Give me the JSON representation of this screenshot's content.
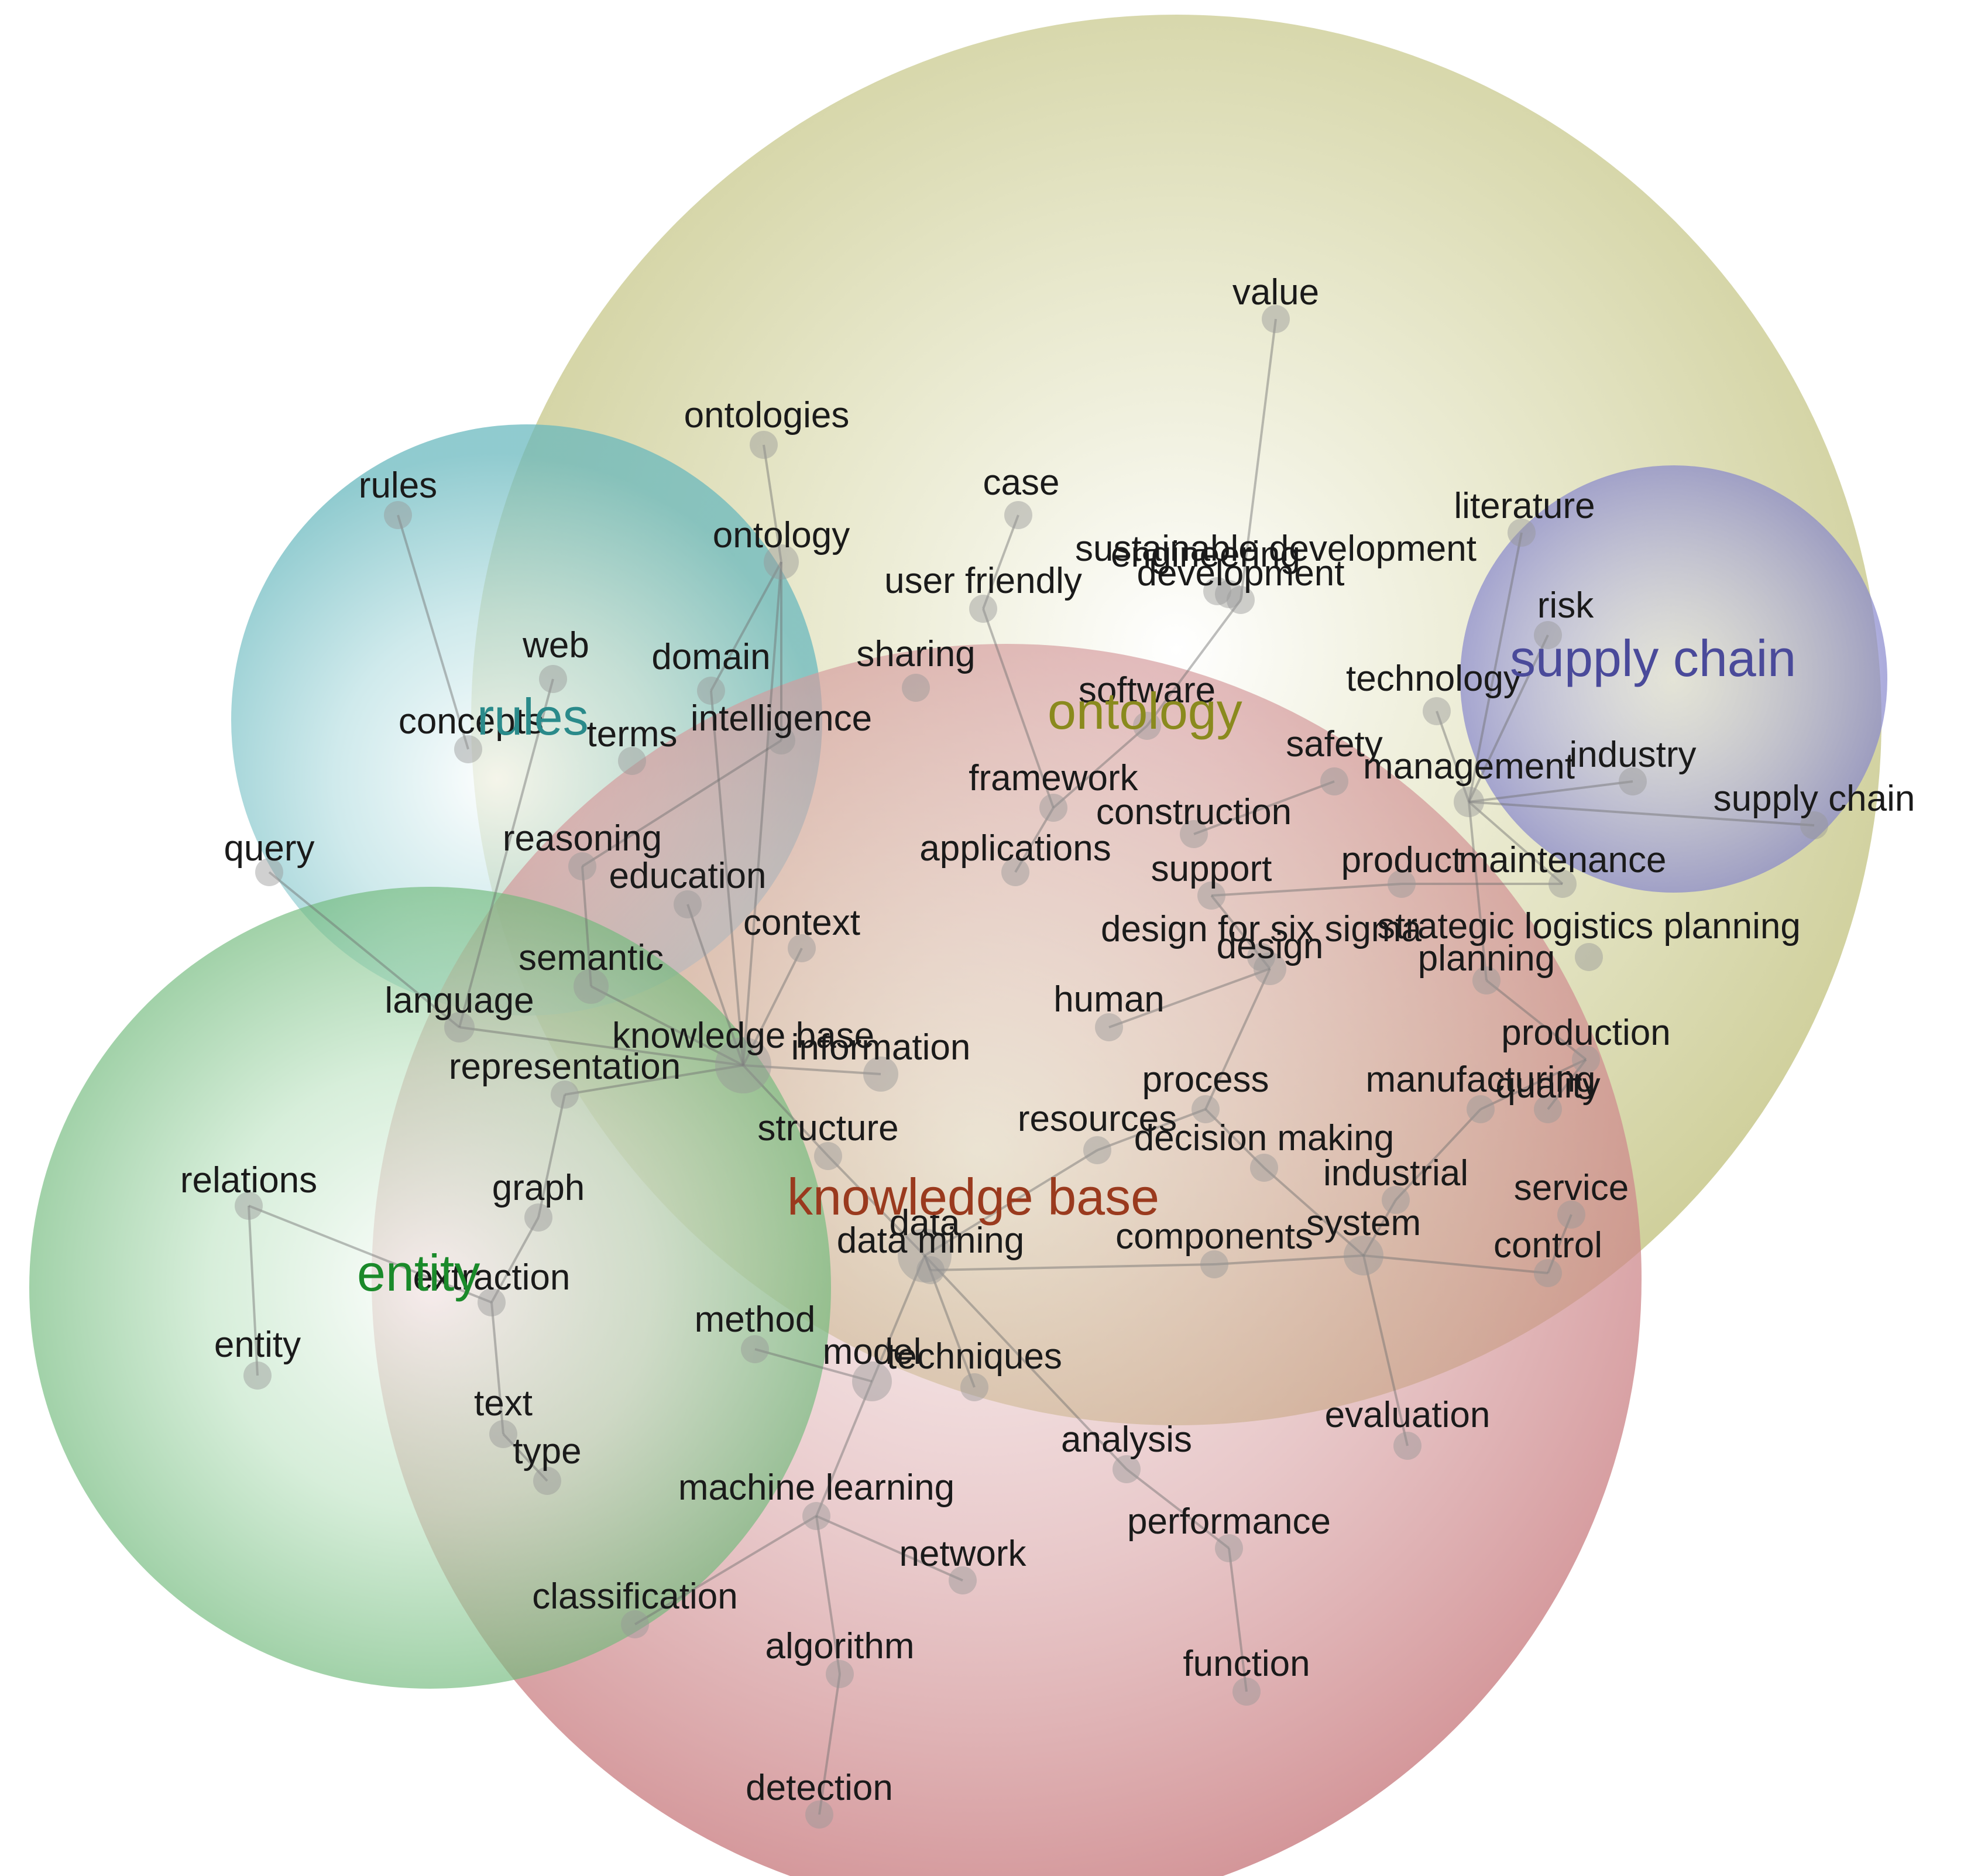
{
  "clusters": [
    {
      "id": "ontology",
      "label": "ontology",
      "color": "#a9a84a",
      "label_color": "#8a8a1e"
    },
    {
      "id": "knowledge-base",
      "label": "knowledge base",
      "color": "#b5555a",
      "label_color": "#9a3a1e"
    },
    {
      "id": "rules",
      "label": "rules",
      "color": "#4aa8b0",
      "label_color": "#2a8a8a"
    },
    {
      "id": "entity",
      "label": "entity",
      "color": "#4aaa5a",
      "label_color": "#1a8a2a"
    },
    {
      "id": "supply-chain",
      "label": "supply chain",
      "color": "#7a7ac8",
      "label_color": "#4a4a9a"
    }
  ],
  "terms": [
    {
      "id": "value",
      "label": "value"
    },
    {
      "id": "ontologies",
      "label": "ontologies"
    },
    {
      "id": "rules",
      "label": "rules"
    },
    {
      "id": "case",
      "label": "case"
    },
    {
      "id": "literature",
      "label": "literature"
    },
    {
      "id": "ontology",
      "label": "ontology"
    },
    {
      "id": "sustainable-development",
      "label": "sustainable development"
    },
    {
      "id": "engineering",
      "label": "engineering"
    },
    {
      "id": "development",
      "label": "development"
    },
    {
      "id": "user-friendly",
      "label": "user friendly"
    },
    {
      "id": "risk",
      "label": "risk"
    },
    {
      "id": "web",
      "label": "web"
    },
    {
      "id": "domain",
      "label": "domain"
    },
    {
      "id": "sharing",
      "label": "sharing"
    },
    {
      "id": "technology",
      "label": "technology"
    },
    {
      "id": "software",
      "label": "software"
    },
    {
      "id": "concepts",
      "label": "concepts"
    },
    {
      "id": "terms",
      "label": "terms"
    },
    {
      "id": "intelligence",
      "label": "intelligence"
    },
    {
      "id": "safety",
      "label": "safety"
    },
    {
      "id": "industry",
      "label": "industry"
    },
    {
      "id": "management",
      "label": "management"
    },
    {
      "id": "framework",
      "label": "framework"
    },
    {
      "id": "supply-chain-term",
      "label": "supply chain"
    },
    {
      "id": "construction",
      "label": "construction"
    },
    {
      "id": "query",
      "label": "query"
    },
    {
      "id": "reasoning",
      "label": "reasoning"
    },
    {
      "id": "applications",
      "label": "applications"
    },
    {
      "id": "product",
      "label": "product"
    },
    {
      "id": "maintenance",
      "label": "maintenance"
    },
    {
      "id": "support",
      "label": "support"
    },
    {
      "id": "education",
      "label": "education"
    },
    {
      "id": "context",
      "label": "context"
    },
    {
      "id": "design-for-six-sigma",
      "label": "design for six sigma"
    },
    {
      "id": "strategic-logistics-planning",
      "label": "strategic logistics planning"
    },
    {
      "id": "design",
      "label": "design"
    },
    {
      "id": "planning",
      "label": "planning"
    },
    {
      "id": "semantic",
      "label": "semantic"
    },
    {
      "id": "language",
      "label": "language"
    },
    {
      "id": "human",
      "label": "human"
    },
    {
      "id": "knowledge-base-term",
      "label": "knowledge base"
    },
    {
      "id": "information",
      "label": "information"
    },
    {
      "id": "production",
      "label": "production"
    },
    {
      "id": "representation",
      "label": "representation"
    },
    {
      "id": "process",
      "label": "process"
    },
    {
      "id": "manufacturing",
      "label": "manufacturing"
    },
    {
      "id": "quality",
      "label": "quality"
    },
    {
      "id": "structure",
      "label": "structure"
    },
    {
      "id": "resources",
      "label": "resources"
    },
    {
      "id": "decision-making",
      "label": "decision making"
    },
    {
      "id": "relations",
      "label": "relations"
    },
    {
      "id": "graph",
      "label": "graph"
    },
    {
      "id": "industrial",
      "label": "industrial"
    },
    {
      "id": "service",
      "label": "service"
    },
    {
      "id": "data",
      "label": "data"
    },
    {
      "id": "system",
      "label": "system"
    },
    {
      "id": "data-mining",
      "label": "data mining"
    },
    {
      "id": "components",
      "label": "components"
    },
    {
      "id": "control",
      "label": "control"
    },
    {
      "id": "extraction",
      "label": "extraction"
    },
    {
      "id": "method",
      "label": "method"
    },
    {
      "id": "entity-term",
      "label": "entity"
    },
    {
      "id": "model",
      "label": "model"
    },
    {
      "id": "techniques",
      "label": "techniques"
    },
    {
      "id": "evaluation",
      "label": "evaluation"
    },
    {
      "id": "text",
      "label": "text"
    },
    {
      "id": "analysis",
      "label": "analysis"
    },
    {
      "id": "type",
      "label": "type"
    },
    {
      "id": "machine-learning",
      "label": "machine learning"
    },
    {
      "id": "performance",
      "label": "performance"
    },
    {
      "id": "network",
      "label": "network"
    },
    {
      "id": "classification",
      "label": "classification"
    },
    {
      "id": "algorithm",
      "label": "algorithm"
    },
    {
      "id": "function",
      "label": "function"
    },
    {
      "id": "detection",
      "label": "detection"
    }
  ],
  "edges": [
    [
      "value",
      "development"
    ],
    [
      "ontologies",
      "ontology"
    ],
    [
      "rules",
      "concepts"
    ],
    [
      "case",
      "user-friendly"
    ],
    [
      "ontology",
      "domain"
    ],
    [
      "ontology",
      "intelligence"
    ],
    [
      "ontology",
      "knowledge-base-term"
    ],
    [
      "user-friendly",
      "framework"
    ],
    [
      "development",
      "software"
    ],
    [
      "literature",
      "management"
    ],
    [
      "risk",
      "management"
    ],
    [
      "technology",
      "management"
    ],
    [
      "industry",
      "management"
    ],
    [
      "supply-chain-term",
      "management"
    ],
    [
      "management",
      "maintenance"
    ],
    [
      "management",
      "planning"
    ],
    [
      "safety",
      "construction"
    ],
    [
      "software",
      "framework"
    ],
    [
      "framework",
      "applications"
    ],
    [
      "intelligence",
      "reasoning"
    ],
    [
      "domain",
      "knowledge-base-term"
    ],
    [
      "web",
      "language"
    ],
    [
      "query",
      "language"
    ],
    [
      "reasoning",
      "semantic"
    ],
    [
      "education",
      "knowledge-base-term"
    ],
    [
      "context",
      "knowledge-base-term"
    ],
    [
      "semantic",
      "knowledge-base-term"
    ],
    [
      "language",
      "knowledge-base-term"
    ],
    [
      "knowledge-base-term",
      "information"
    ],
    [
      "knowledge-base-term",
      "structure"
    ],
    [
      "knowledge-base-term",
      "representation"
    ],
    [
      "representation",
      "graph"
    ],
    [
      "relations",
      "extraction"
    ],
    [
      "relations",
      "entity-term"
    ],
    [
      "graph",
      "extraction"
    ],
    [
      "extraction",
      "text"
    ],
    [
      "text",
      "type"
    ],
    [
      "structure",
      "data"
    ],
    [
      "data",
      "resources"
    ],
    [
      "resources",
      "process"
    ],
    [
      "process",
      "design"
    ],
    [
      "design",
      "support"
    ],
    [
      "design",
      "human"
    ],
    [
      "process",
      "decision-making"
    ],
    [
      "decision-making",
      "system"
    ],
    [
      "system",
      "industrial"
    ],
    [
      "system",
      "control"
    ],
    [
      "system",
      "evaluation"
    ],
    [
      "system",
      "components"
    ],
    [
      "manufacturing",
      "production"
    ],
    [
      "manufacturing",
      "industrial"
    ],
    [
      "product",
      "support"
    ],
    [
      "product",
      "maintenance"
    ],
    [
      "quality",
      "production"
    ],
    [
      "service",
      "control"
    ],
    [
      "planning",
      "production"
    ],
    [
      "data",
      "data-mining"
    ],
    [
      "data",
      "techniques"
    ],
    [
      "data",
      "analysis"
    ],
    [
      "data",
      "model"
    ],
    [
      "method",
      "model"
    ],
    [
      "model",
      "machine-learning"
    ],
    [
      "machine-learning",
      "network"
    ],
    [
      "machine-learning",
      "classification"
    ],
    [
      "machine-learning",
      "algorithm"
    ],
    [
      "algorithm",
      "detection"
    ],
    [
      "analysis",
      "performance"
    ],
    [
      "performance",
      "function"
    ],
    [
      "data-mining",
      "components"
    ]
  ]
}
